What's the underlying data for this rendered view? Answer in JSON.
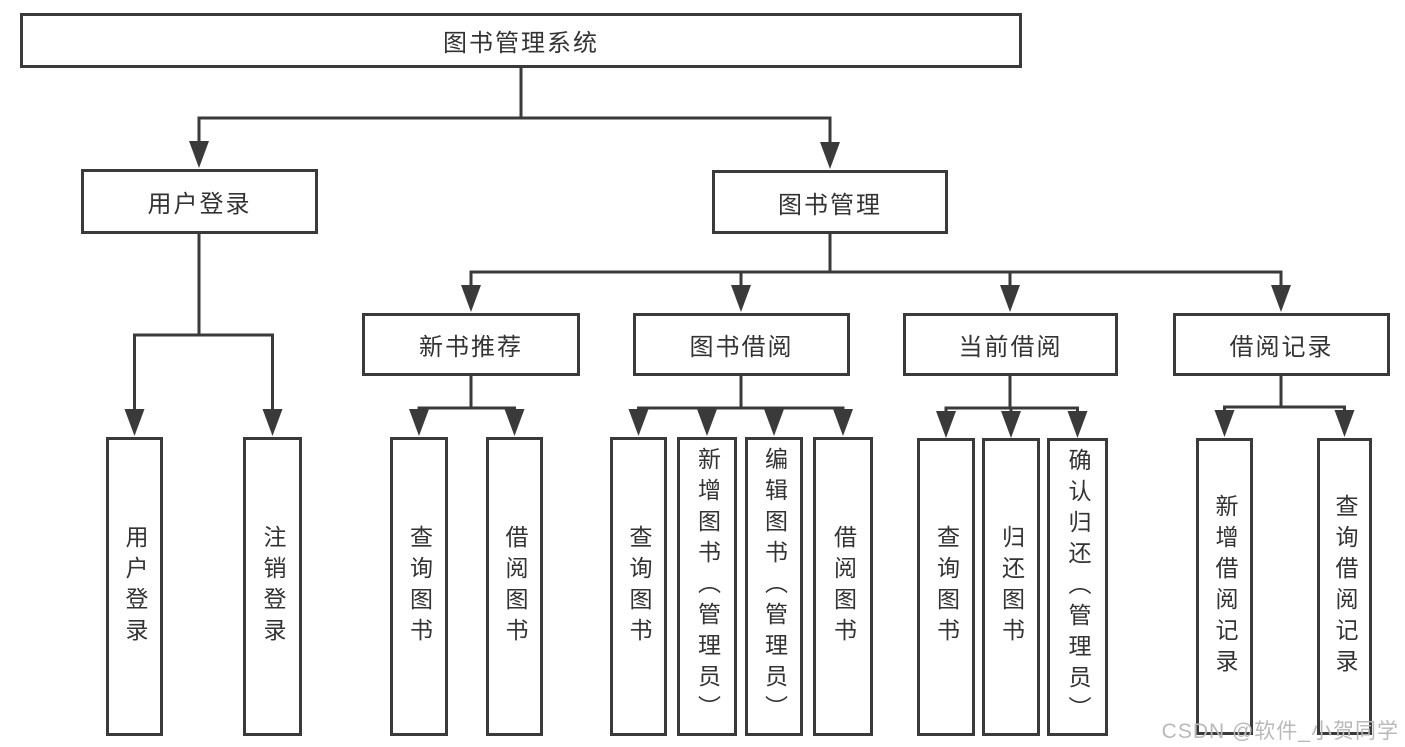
{
  "diagram_title": "图书管理系统",
  "tree": {
    "label": "图书管理系统",
    "children": [
      {
        "label": "用户登录",
        "children": [
          {
            "label": "用户登录"
          },
          {
            "label": "注销登录"
          }
        ]
      },
      {
        "label": "图书管理",
        "children": [
          {
            "label": "新书推荐",
            "children": [
              {
                "label": "查询图书"
              },
              {
                "label": "借阅图书"
              }
            ]
          },
          {
            "label": "图书借阅",
            "children": [
              {
                "label": "查询图书"
              },
              {
                "label": "新增图书（管理员）"
              },
              {
                "label": "编辑图书（管理员）"
              },
              {
                "label": "借阅图书"
              }
            ]
          },
          {
            "label": "当前借阅",
            "children": [
              {
                "label": "查询图书"
              },
              {
                "label": "归还图书"
              },
              {
                "label": "确认归还（管理员）"
              }
            ]
          },
          {
            "label": "借阅记录",
            "children": [
              {
                "label": "新增借阅记录"
              },
              {
                "label": "查询借阅记录"
              }
            ]
          }
        ]
      }
    ]
  },
  "watermark": "CSDN @软件_小贺同学",
  "colors": {
    "line": "#3a3a3a",
    "text": "#333333",
    "background": "#ffffff",
    "watermark": "#b9b9b9"
  }
}
